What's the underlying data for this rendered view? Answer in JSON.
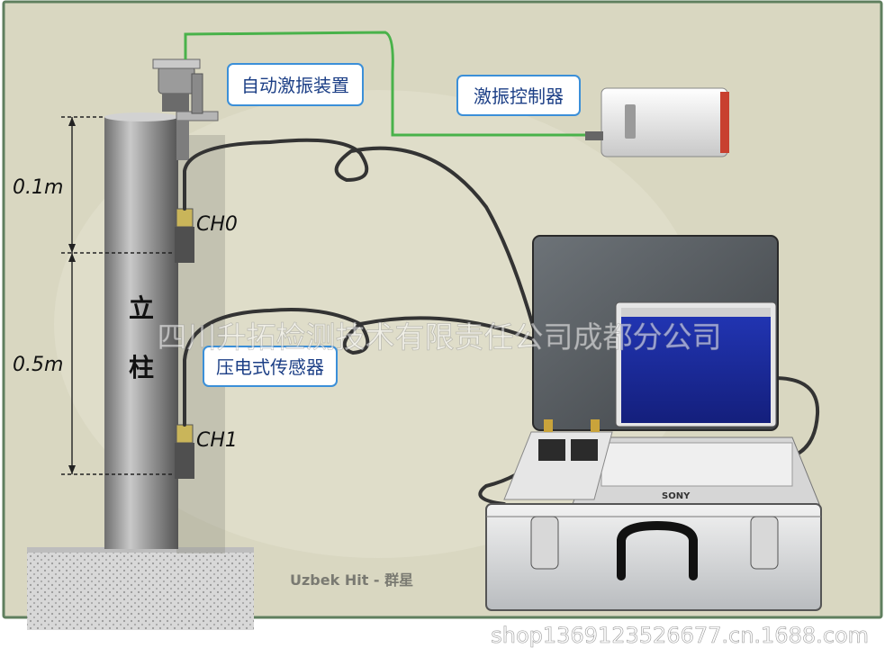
{
  "labels": {
    "auto_exciter": "自动激振装置",
    "exciter_controller": "激振控制器",
    "piezo_sensor": "压电式传感器",
    "pillar": "立柱",
    "ch0": "CH0",
    "ch1": "CH1",
    "dim_top": "0.1m",
    "dim_bottom": "0.5m",
    "laptop_brand": "SONY"
  },
  "watermarks": {
    "company": "四川升拓检测技术有限责任公司成都分公司",
    "credit": "Uzbek Hit - 群星",
    "shop_url": "shop1369123526677.cn.1688.com"
  },
  "colors": {
    "background": "#d9d7c1",
    "border": "#5f7f5e",
    "label_border": "#3b8fd8",
    "label_text": "#1c3f86",
    "green_wire": "#49b24a",
    "screen": "#1c2a9b"
  }
}
